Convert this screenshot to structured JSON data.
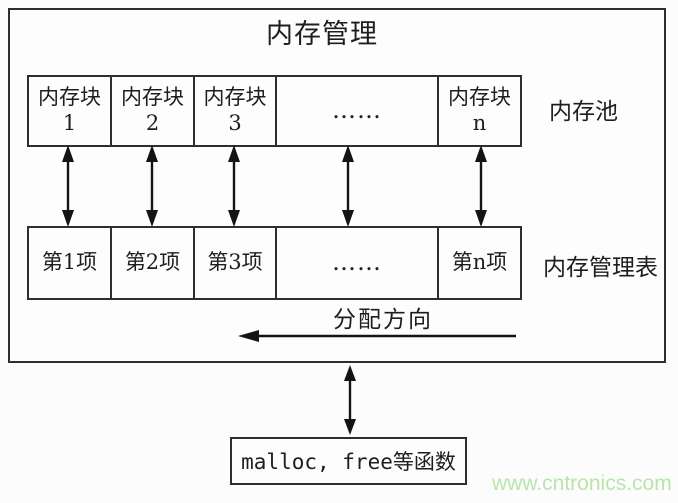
{
  "page": {
    "background": "#fcfcfc",
    "line_color": "#2e2e2e",
    "watermark": {
      "text": "www.cntronics.com",
      "color": "#b9e5ad"
    }
  },
  "diagram": {
    "title": "内存管理",
    "memory_pool": {
      "label": "内存池",
      "blocks": [
        {
          "line1": "内存块",
          "line2": "1"
        },
        {
          "line1": "内存块",
          "line2": "2"
        },
        {
          "line1": "内存块",
          "line2": "3"
        },
        {
          "line1": "……",
          "line2": ""
        },
        {
          "line1": "内存块",
          "line2": "n"
        }
      ]
    },
    "management_table": {
      "label": "内存管理表",
      "entries": [
        "第1项",
        "第2项",
        "第3项",
        "……",
        "第n项"
      ]
    },
    "allocation_direction": {
      "label": "分配方向"
    },
    "function_box": {
      "label": "malloc, free等函数"
    }
  }
}
